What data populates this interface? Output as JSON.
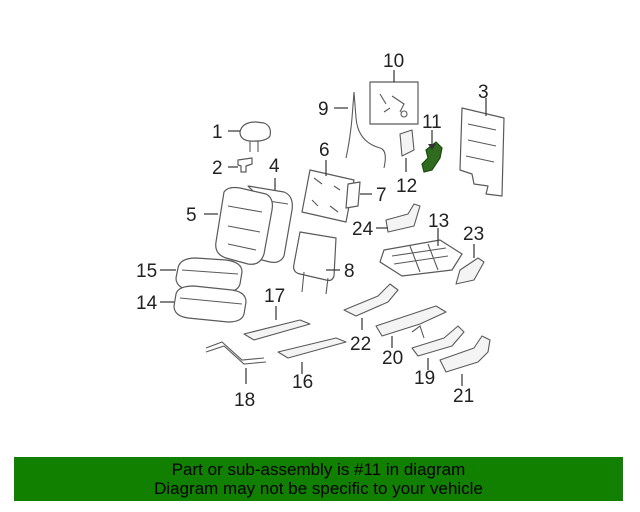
{
  "callouts": [
    "1",
    "2",
    "3",
    "4",
    "5",
    "7",
    "8",
    "9",
    "10",
    "11",
    "12",
    "13",
    "14",
    "15",
    "16",
    "17",
    "18",
    "19",
    "20",
    "21",
    "22",
    "23",
    "24",
    "6"
  ],
  "highlight": {
    "part": "11",
    "color": "#2e6b1f"
  },
  "banner": {
    "line1": "Part or sub-assembly is #11 in diagram",
    "line2": "Diagram may not be specific to your vehicle",
    "background": "#118000"
  }
}
